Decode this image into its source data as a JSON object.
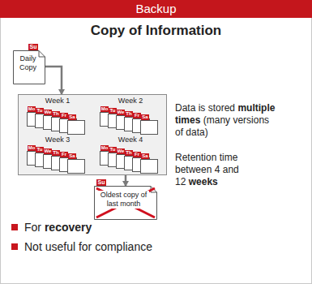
{
  "diagram": {
    "title": "Backup",
    "nodes": [
      {
        "text": [
          "Daily Copy"
        ]
      },
      {
        "text": []
      },
      {
        "text": [
          "Week 1"
        ],
        "in": 1
      },
      {
        "text": [
          "Week 2"
        ],
        "in": 1
      },
      {
        "text": [
          "Week 3"
        ],
        "in": 1
      },
      {
        "text": [
          "Week 4"
        ],
        "in": 1
      },
      {
        "text": [
          "Oldest copy of last month"
        ]
      }
    ],
    "edges": [
      {
        "from": 0,
        "to": 1,
        "arrow": "to"
      },
      {
        "from": 1,
        "to": 6,
        "arrow": "to"
      }
    ],
    "labels": [
      "Copy of Information",
      "Su",
      "Mo",
      "Tu",
      "We",
      "Th",
      "Fr",
      "Sa",
      "Mo",
      "Tu",
      "We",
      "Th",
      "Fr",
      "Sa",
      "Mo",
      "Tu",
      "We",
      "Th",
      "Fr",
      "Sa",
      "Mo",
      "Tu",
      "We",
      "Th",
      "Fr",
      "Sa",
      "Su",
      "Data is stored",
      "multiple times",
      "(many versions of data)",
      "Retention time between 4 and 12",
      "weeks",
      "For",
      "recovery",
      "Not useful for compliance"
    ]
  }
}
